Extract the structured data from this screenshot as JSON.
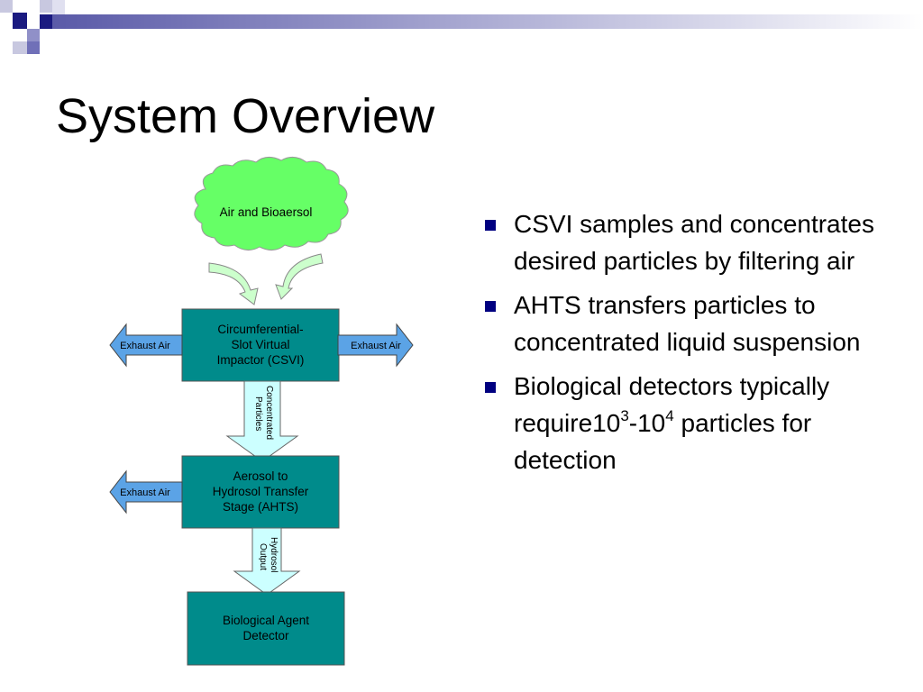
{
  "slide": {
    "title": "System Overview"
  },
  "diagram": {
    "source": "Air and Bioaersol",
    "csvi": [
      "Circumferential-",
      "Slot Virtual",
      "Impactor (CSVI)"
    ],
    "ahts": [
      "Aerosol to",
      "Hydrosol Transfer",
      "Stage (AHTS)"
    ],
    "detector": [
      "Biological Agent",
      "Detector"
    ],
    "exhaust_left_top": "Exhaust Air",
    "exhaust_right_top": "Exhaust Air",
    "exhaust_left_bottom": "Exhaust Air",
    "flow1": [
      "Concentrated",
      "Particles"
    ],
    "flow2": [
      "Hydrosol",
      "Output"
    ],
    "colors": {
      "box_fill": "#008B8B",
      "cloud_fill": "#66FF66",
      "exhaust_fill": "#5BA3E6",
      "flow_arrow_fill": "#CCFFFF",
      "bullet_color": "#000080"
    }
  },
  "bullets": [
    {
      "text": "CSVI samples and concentrates desired particles by filtering air"
    },
    {
      "text": "AHTS transfers particles to concentrated liquid suspension"
    },
    {
      "text_a": "Biological detectors typically require10",
      "sup_a": "3",
      "text_b": "-10",
      "sup_b": "4",
      "text_c": " particles for detection"
    }
  ]
}
